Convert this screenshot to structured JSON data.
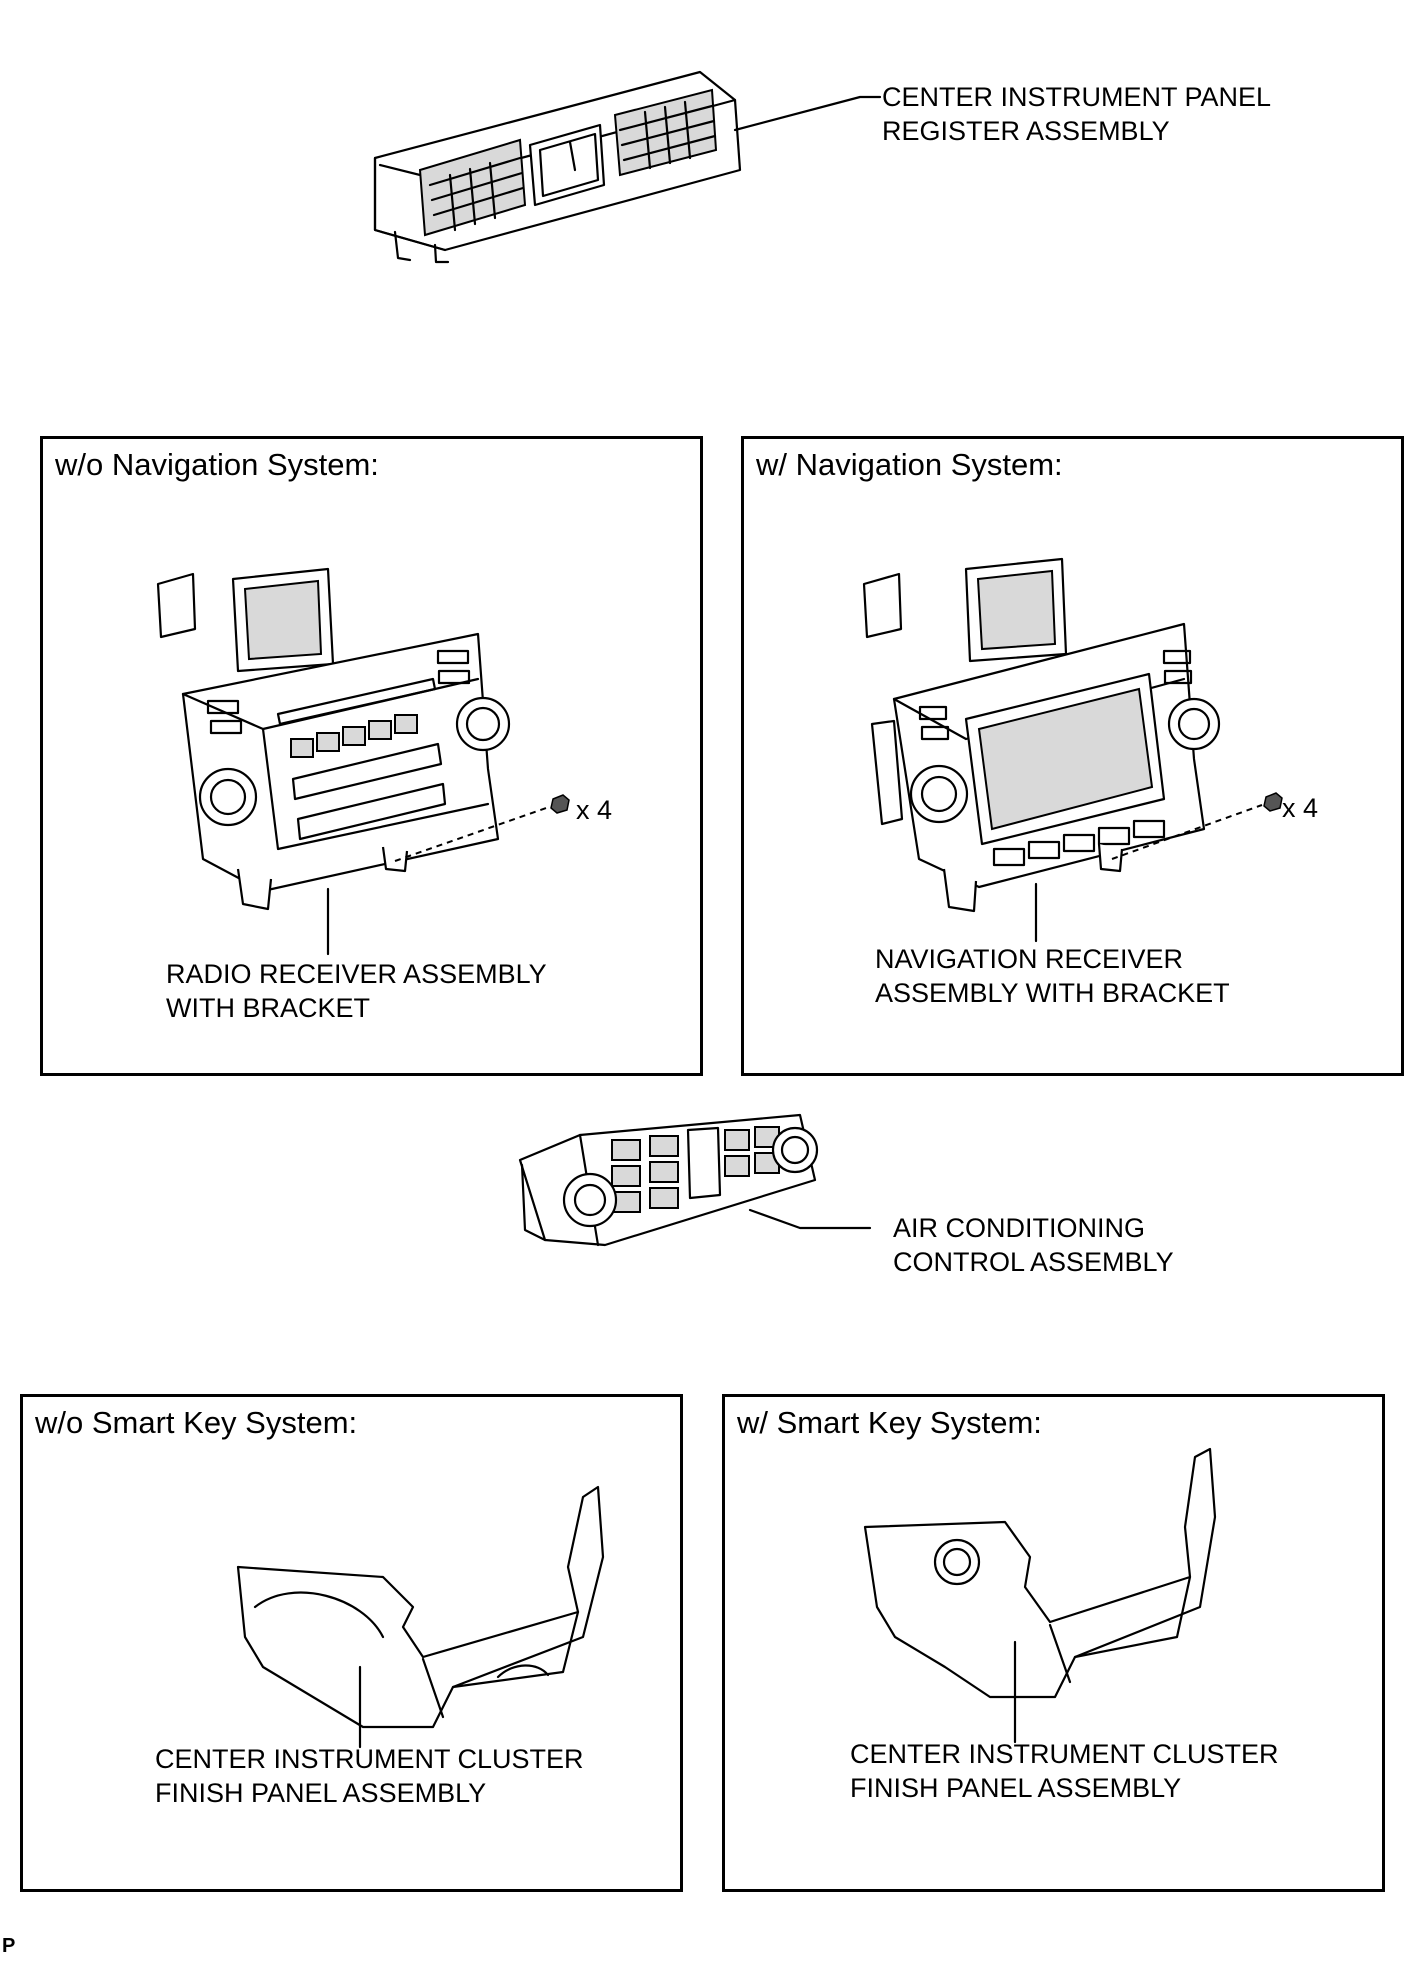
{
  "labels": {
    "register": [
      "CENTER INSTRUMENT PANEL",
      "REGISTER ASSEMBLY"
    ],
    "radio": [
      "RADIO RECEIVER ASSEMBLY",
      "WITH BRACKET"
    ],
    "navigation": [
      "NAVIGATION RECEIVER",
      "ASSEMBLY WITH BRACKET"
    ],
    "air_conditioning": [
      "AIR CONDITIONING",
      "CONTROL ASSEMBLY"
    ],
    "finish_panel_left": [
      "CENTER INSTRUMENT CLUSTER",
      "FINISH PANEL ASSEMBLY"
    ],
    "finish_panel_right": [
      "CENTER INSTRUMENT CLUSTER",
      "FINISH PANEL ASSEMBLY"
    ]
  },
  "boxes": {
    "wo_navigation": "w/o Navigation System:",
    "w_navigation": "w/ Navigation System:",
    "wo_smart_key": "w/o Smart Key System:",
    "w_smart_key": "w/ Smart Key System:"
  },
  "bolt_count_left": "x 4",
  "bolt_count_right": "x 4",
  "footer_code": "P"
}
